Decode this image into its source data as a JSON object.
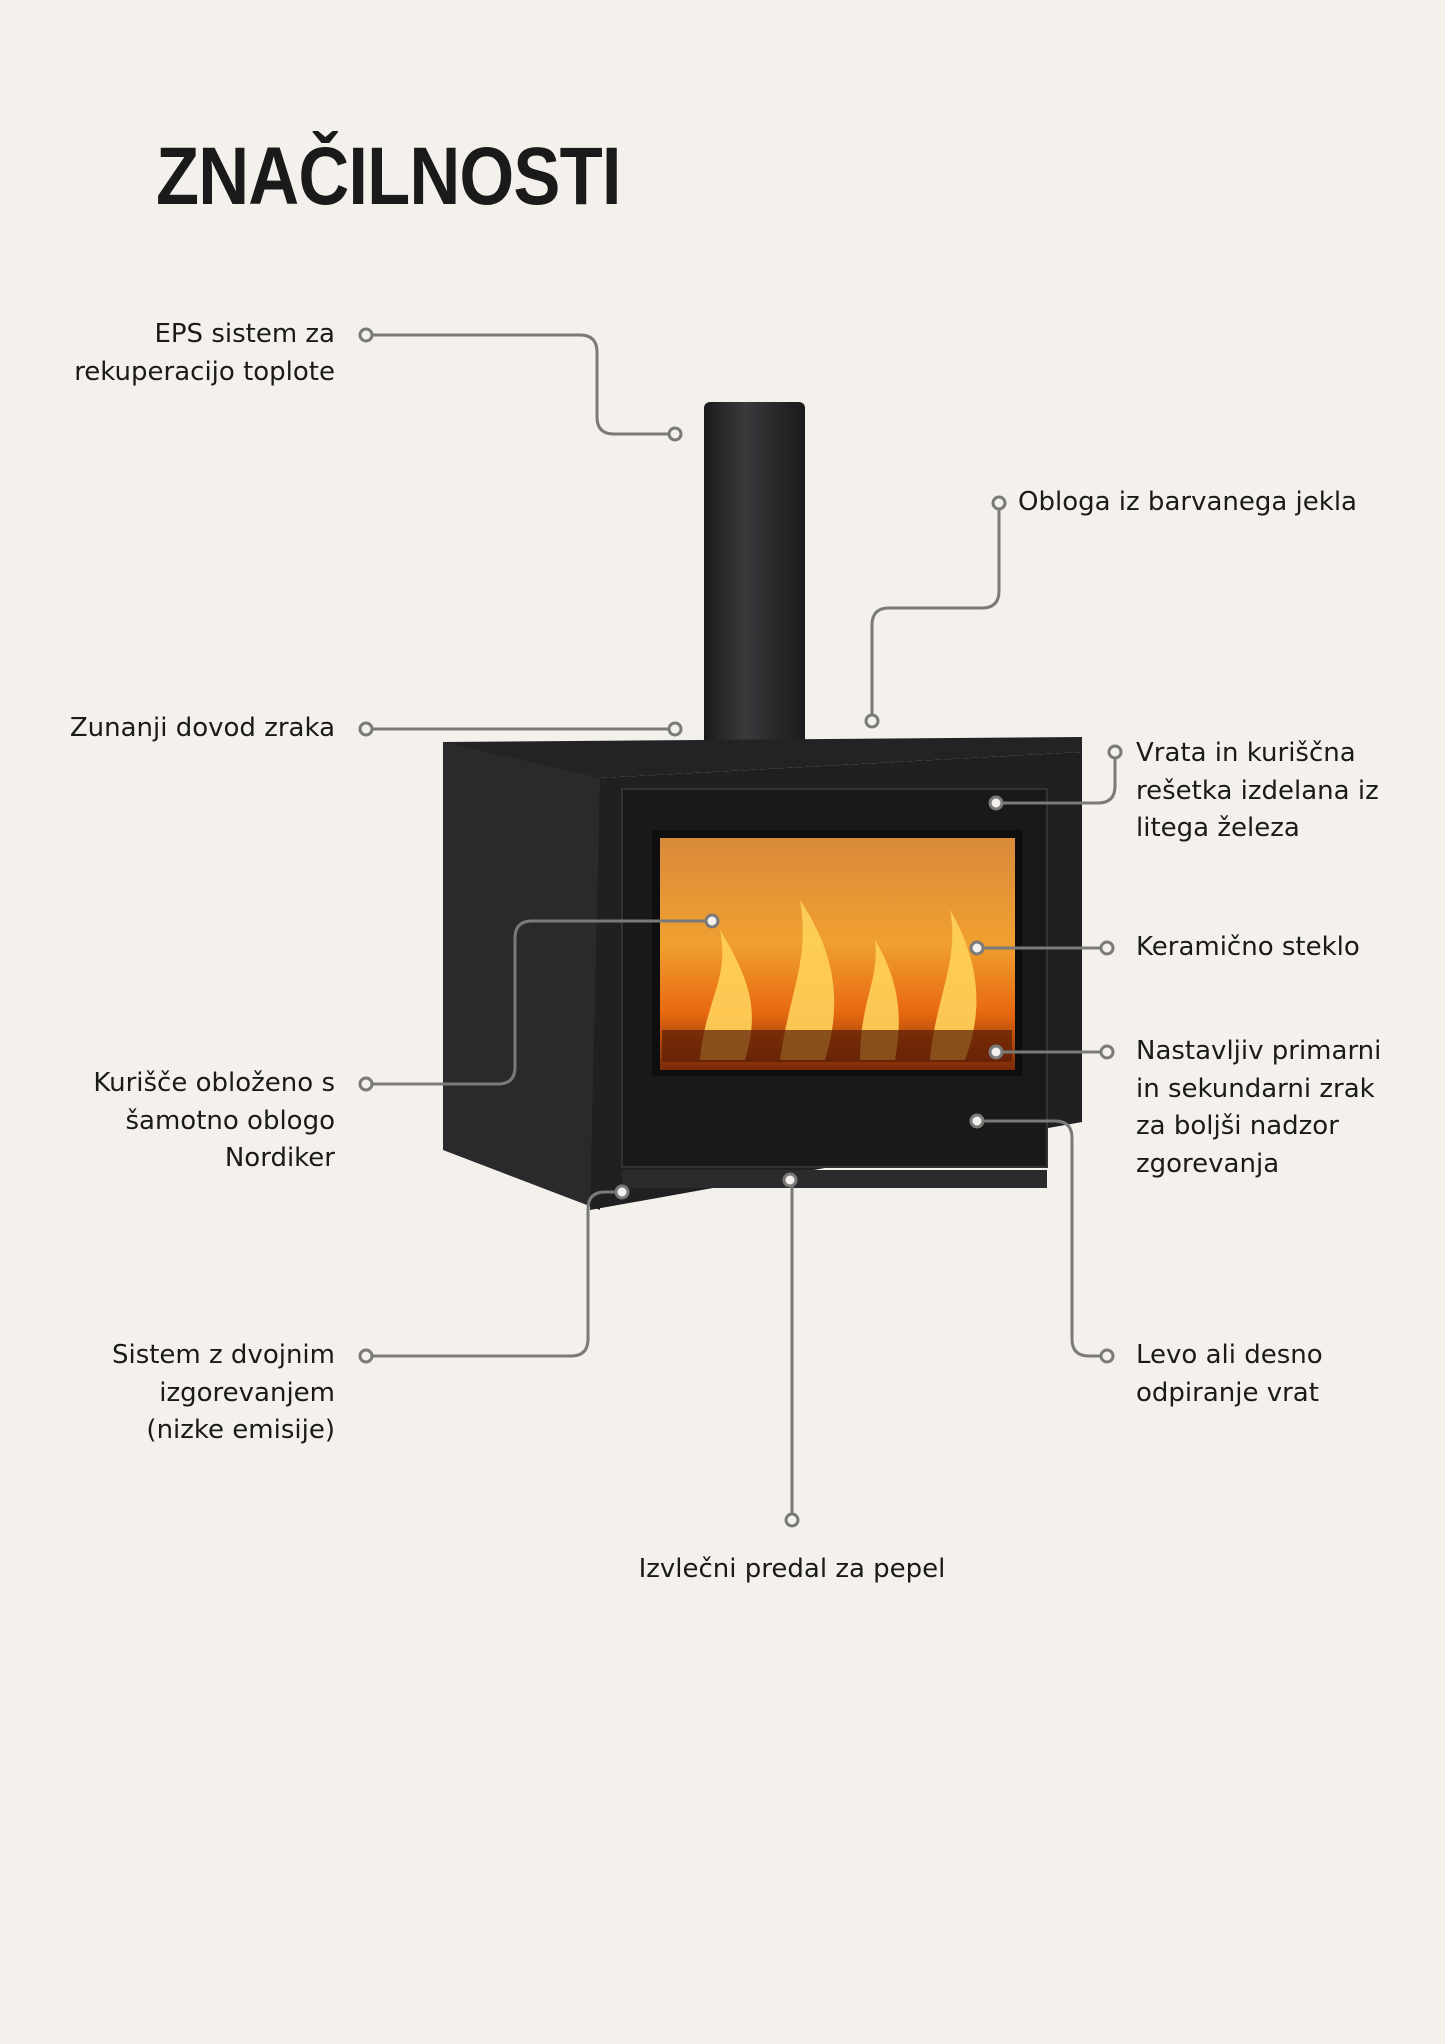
{
  "title": "ZNAČILNOSTI",
  "colors": {
    "background": "#f4f1ec",
    "leader_line": "#7a7a7a",
    "stove": "#1c1c1e"
  },
  "labels": {
    "eps": "EPS sistem za\nrekuperacijo toplote",
    "air_supply": "Zunanji dovod zraka",
    "firebox": "Kurišče obloženo s\nšamotno oblogo\nNordiker",
    "double_combustion": "Sistem z dvojnim\nizgorevanjem\n(nizke emisije)",
    "ash_drawer": "Izvlečni predal za pepel",
    "steel_cladding": "Obloga iz barvanega jekla",
    "cast_iron": "Vrata in kuriščna\nrešetka izdelana iz\nlitega železa",
    "ceramic_glass": "Keramično steklo",
    "air_control": "Nastavljiv primarni\nin sekundarni zrak\nza boljši nadzor\nzgorevanja",
    "door_opening": "Levo ali desno\nodpiranje vrat"
  }
}
